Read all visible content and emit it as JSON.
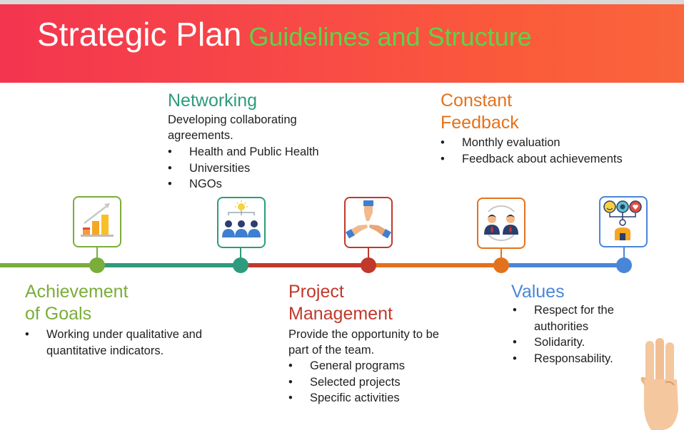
{
  "title": {
    "main": "Strategic Plan",
    "sub": "Guidelines and Structure"
  },
  "colors": {
    "achievement": "#7aad3a",
    "networking": "#2e9b7c",
    "project": "#c0392b",
    "feedback": "#e3721c",
    "values": "#4a86d8"
  },
  "sections": {
    "achievement": {
      "heading_line1": "Achievement",
      "heading_line2": "of Goals",
      "bullets": [
        "Working under qualitative and quantitative indicators."
      ],
      "icon": "bar-chart-growth-icon"
    },
    "networking": {
      "heading": "Networking",
      "intro_line1": "Developing collaborating",
      "intro_line2": "agreements.",
      "bullets": [
        "Health and Public Health",
        "Universities",
        "NGOs"
      ],
      "icon": "team-idea-icon"
    },
    "project": {
      "heading_line1": "Project",
      "heading_line2": "Management",
      "intro_line1": "Provide the opportunity to be",
      "intro_line2": "part of the team.",
      "bullets": [
        "General programs",
        "Selected projects",
        "Specific activities"
      ],
      "icon": "teamwork-hands-icon"
    },
    "feedback": {
      "heading_line1": "Constant",
      "heading_line2": "Feedback",
      "bullets": [
        "Monthly evaluation",
        "Feedback about achievements"
      ],
      "icon": "feedback-exchange-icon"
    },
    "values": {
      "heading": "Values",
      "bullets": [
        "Respect for the authorities",
        "Solidarity.",
        "Responsability."
      ],
      "icon": "values-emotions-icon"
    }
  },
  "decoration": {
    "hand": "hand-three-fingers-icon"
  }
}
